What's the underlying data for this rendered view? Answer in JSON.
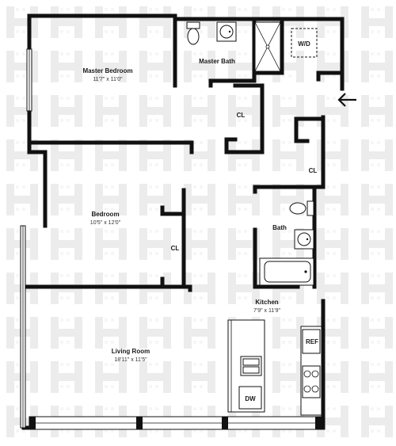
{
  "rooms": {
    "master_bedroom": {
      "name": "Master Bedroom",
      "dims": "11'7\" x 11'0\""
    },
    "master_bath": {
      "name": "Master Bath"
    },
    "bedroom": {
      "name": "Bedroom",
      "dims": "10'5\" x 12'0\""
    },
    "living_room": {
      "name": "Living Room",
      "dims": "18'11\" x 11'5\""
    },
    "kitchen": {
      "name": "Kitchen",
      "dims": "7'9\" x 11'9\""
    },
    "bath": {
      "name": "Bath"
    }
  },
  "labels": {
    "closet_1": "CL",
    "closet_2": "CL",
    "closet_3": "CL",
    "washer_dryer": "W/D",
    "refrigerator": "REF",
    "dishwasher": "DW"
  },
  "icons": {
    "entry": "arrow-left-icon",
    "watermark": "building-logo-watermark"
  },
  "colors": {
    "wall": "#111111",
    "background": "#ffffff",
    "watermark": "#ececec"
  }
}
